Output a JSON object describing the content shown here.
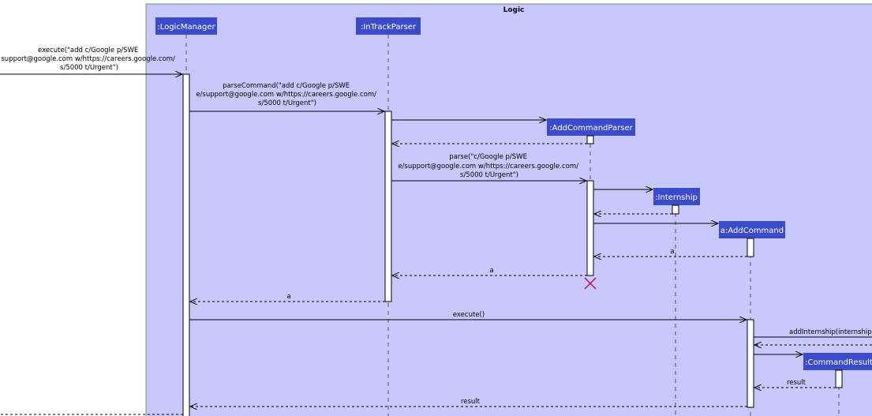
{
  "frame": {
    "title": "Logic"
  },
  "colors": {
    "frame_fill": "#c8c8ff",
    "participant_fill": "#3b4bcc",
    "participant_text": "#ffffff",
    "activation_fill": "#ffffff",
    "line": "#000000",
    "destroy": "#b0144a"
  },
  "participants": {
    "logic_manager": ":LogicManager",
    "intrack_parser": ":InTrackParser",
    "add_command_parser": ":AddCommandParser",
    "internship": ":Internship",
    "add_command": "a:AddCommand",
    "command_result": ":CommandResult"
  },
  "messages": {
    "m1": [
      "execute(\"add c/Google p/SWE",
      "support@google.com w/https://careers.google.com/",
      "s/5000 t/Urgent\")"
    ],
    "m2": [
      "parseCommand(\"add c/Google p/SWE",
      "e/support@google.com w/https://careers.google.com/",
      "s/5000 t/Urgent\")"
    ],
    "m4": [
      "parse(\"c/Google p/SWE",
      "e/support@google.com w/https://careers.google.com/",
      "s/5000 t/Urgent\")"
    ],
    "m7": "a",
    "m8": "a",
    "m9": "a",
    "m10": "execute()",
    "m11": "addInternship(internship)",
    "m13": "result",
    "m14": "result"
  }
}
